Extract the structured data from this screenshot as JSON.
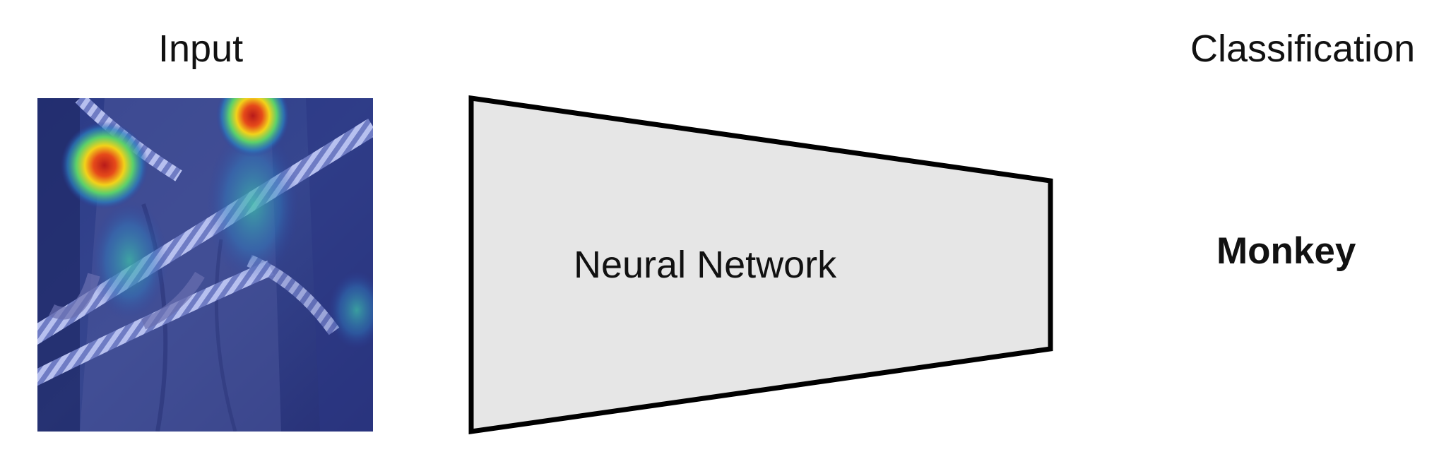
{
  "input": {
    "title": "Input",
    "image_description_icon": "monkeys-heatmap-image"
  },
  "network": {
    "label": "Neural Network",
    "fill_color": "#e6e6e6",
    "stroke_color": "#000000"
  },
  "output": {
    "title": "Classification",
    "result": "Monkey"
  }
}
